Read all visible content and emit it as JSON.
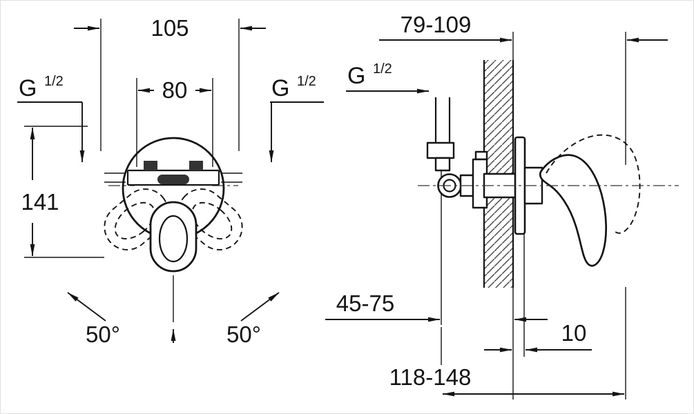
{
  "drawing": {
    "front_view": {
      "dim_width": "105",
      "dim_ports": "80",
      "dim_height": "141",
      "thread_left": {
        "g": "G",
        "frac": "1/2"
      },
      "thread_right": {
        "g": "G",
        "frac": "1/2"
      },
      "angle_left": "50°",
      "angle_right": "50°"
    },
    "side_view": {
      "thread": {
        "g": "G",
        "frac": "1/2"
      },
      "dim_protrusion": "79-109",
      "dim_install_depth": "45-75",
      "dim_escutcheon": "10",
      "dim_total_depth": "118-148"
    }
  }
}
